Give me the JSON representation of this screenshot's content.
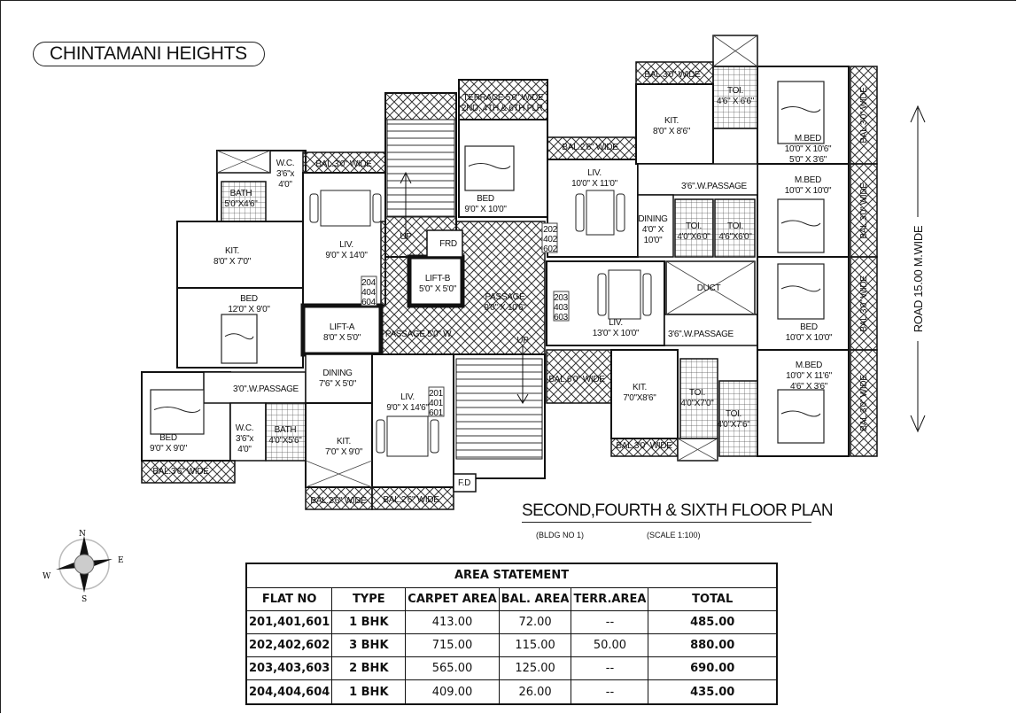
{
  "building_name": "CHINTAMANI HEIGHTS",
  "plan_title": "SECOND,FOURTH & SIXTH FLOOR PLAN",
  "building_no": "(BLDG NO 1)",
  "scale": "(SCALE 1:100)",
  "road_label": "ROAD 15.00 M.WIDE",
  "compass": {
    "n": "N",
    "s": "S",
    "e": "E",
    "w": "W"
  },
  "rooms": [
    {
      "id": "wc-204",
      "lines": [
        "W.C.",
        "3'6\"x",
        "4'0\""
      ]
    },
    {
      "id": "bal-204",
      "lines": [
        "BAL.3'0\" WIDE"
      ]
    },
    {
      "id": "bath-204",
      "lines": [
        "BATH",
        "5'0\"X4'6\""
      ]
    },
    {
      "id": "kit-204",
      "lines": [
        "KIT.",
        "8'0\" X 7'0\""
      ]
    },
    {
      "id": "liv-204",
      "lines": [
        "LIV.",
        "9'0\" X 14'0\""
      ]
    },
    {
      "id": "flat-204",
      "lines": [
        "204",
        "404",
        "604"
      ]
    },
    {
      "id": "bed-204",
      "lines": [
        "BED",
        "12'0\" X 9'0\""
      ]
    },
    {
      "id": "lift-a",
      "lines": [
        "LIFT-A",
        "8'0\" X 5'0\""
      ]
    },
    {
      "id": "lift-b",
      "lines": [
        "LIFT-B",
        "5'0\" X 5'0\""
      ]
    },
    {
      "id": "frd",
      "lines": [
        "FRD"
      ]
    },
    {
      "id": "up-1",
      "lines": [
        "UP"
      ]
    },
    {
      "id": "passage-main",
      "lines": [
        "PASSAGE",
        "9'0\" X 10'6\""
      ]
    },
    {
      "id": "passage-5",
      "lines": [
        "PASSAGE  5'0\" W."
      ]
    },
    {
      "id": "up-2",
      "lines": [
        "UP"
      ]
    },
    {
      "id": "dining-201",
      "lines": [
        "DINING",
        "7'6\" X 5'0\""
      ]
    },
    {
      "id": "passage-3",
      "lines": [
        "3'0\".W.PASSAGE"
      ]
    },
    {
      "id": "bed-201",
      "lines": [
        "BED",
        "9'0\" X 9'0\""
      ]
    },
    {
      "id": "wc-201",
      "lines": [
        "W.C.",
        "3'6\"x",
        "4'0\""
      ]
    },
    {
      "id": "bath-201",
      "lines": [
        "BATH",
        "4'0\"X5'6\""
      ]
    },
    {
      "id": "kit-201",
      "lines": [
        "KIT.",
        "7'0\" X 9'0\""
      ]
    },
    {
      "id": "liv-201",
      "lines": [
        "LIV.",
        "9'0\" X 14'6\""
      ]
    },
    {
      "id": "flat-201",
      "lines": [
        "201",
        "401",
        "601"
      ]
    },
    {
      "id": "bal-201a",
      "lines": [
        "BAL.3'6\" WIDE"
      ]
    },
    {
      "id": "bal-201b",
      "lines": [
        "BAL.2'6\" WIDE"
      ]
    },
    {
      "id": "bal-201c",
      "lines": [
        "BAL.2'6\" WIDE"
      ]
    },
    {
      "id": "fd",
      "lines": [
        "F.D"
      ]
    },
    {
      "id": "terrace",
      "lines": [
        "TERRACE 5'0\" WIDE",
        "2ND, 4TH & 6TH FLR."
      ]
    },
    {
      "id": "bed-202",
      "lines": [
        "BED",
        "9'0\" X 10'0\""
      ]
    },
    {
      "id": "bal-202a",
      "lines": [
        "BAL.2'6\" WIDE"
      ]
    },
    {
      "id": "liv-202",
      "lines": [
        "LIV.",
        "10'0\" X 11'0\""
      ]
    },
    {
      "id": "flat-202",
      "lines": [
        "202",
        "402",
        "602"
      ]
    },
    {
      "id": "dining-202",
      "lines": [
        "DINING",
        "4'0\" X",
        "10'0\""
      ]
    },
    {
      "id": "bal-202b",
      "lines": [
        "BAL.3'0\" WIDE"
      ]
    },
    {
      "id": "kit-202",
      "lines": [
        "KIT.",
        "8'0\" X 8'6\""
      ]
    },
    {
      "id": "toi-202a",
      "lines": [
        "TOI.",
        "4'6\" X 6'6\""
      ]
    },
    {
      "id": "mbed-202a",
      "lines": [
        "M.BED",
        "10'0\" X 10'6\"",
        "5'0\" X 3'6\""
      ]
    },
    {
      "id": "passage-202",
      "lines": [
        "3'6\".W.PASSAGE"
      ]
    },
    {
      "id": "mbed-202b",
      "lines": [
        "M.BED",
        "10'0\" X 10'0\""
      ]
    },
    {
      "id": "toi-202b",
      "lines": [
        "TOI.",
        "4'0\"X6'0\""
      ]
    },
    {
      "id": "toi-202c",
      "lines": [
        "TOI.",
        "4'6\"X6'0\""
      ]
    },
    {
      "id": "duct",
      "lines": [
        "DUCT"
      ]
    },
    {
      "id": "flat-203",
      "lines": [
        "203",
        "403",
        "603"
      ]
    },
    {
      "id": "liv-203",
      "lines": [
        "LIV.",
        "13'0\" X 10'0\""
      ]
    },
    {
      "id": "passage-203",
      "lines": [
        "3'6\".W.PASSAGE"
      ]
    },
    {
      "id": "bed-203",
      "lines": [
        "BED",
        "10'0\" X 10'0\""
      ]
    },
    {
      "id": "mbed-203",
      "lines": [
        "M.BED",
        "10'0\" X 11'6\"",
        "4'6\" X 3'6\""
      ]
    },
    {
      "id": "bal-203a",
      "lines": [
        "BAL.6'0\" WIDE"
      ]
    },
    {
      "id": "kit-203",
      "lines": [
        "KIT.",
        "7'0\"X8'6\""
      ]
    },
    {
      "id": "toi-203a",
      "lines": [
        "TOI.",
        "4'0\"X7'0\""
      ]
    },
    {
      "id": "toi-203b",
      "lines": [
        "TOI.",
        "4'0\"X7'6\""
      ]
    },
    {
      "id": "bal-203b",
      "lines": [
        "BAL.3'0\" WIDE"
      ]
    },
    {
      "id": "bal-v1",
      "lines": [
        "BAL.3'0\" WIDE"
      ]
    },
    {
      "id": "bal-v2",
      "lines": [
        "BAL.3'0\" WIDE"
      ]
    },
    {
      "id": "bal-v3",
      "lines": [
        "BAL.3'0\" WIDE"
      ]
    },
    {
      "id": "bal-v4",
      "lines": [
        "BAL.3'0\" WIDE"
      ]
    }
  ],
  "area_statement": {
    "title": "AREA STATEMENT",
    "headers": [
      "FLAT NO",
      "TYPE",
      "CARPET AREA",
      "BAL. AREA",
      "TERR.AREA",
      "TOTAL"
    ],
    "rows": [
      [
        "201,401,601",
        "1 BHK",
        "413.00",
        "72.00",
        "--",
        "485.00"
      ],
      [
        "202,402,602",
        "3 BHK",
        "715.00",
        "115.00",
        "50.00",
        "880.00"
      ],
      [
        "203,403,603",
        "2 BHK",
        "565.00",
        "125.00",
        "--",
        "690.00"
      ],
      [
        "204,404,604",
        "1 BHK",
        "409.00",
        "26.00",
        "--",
        "435.00"
      ]
    ]
  }
}
